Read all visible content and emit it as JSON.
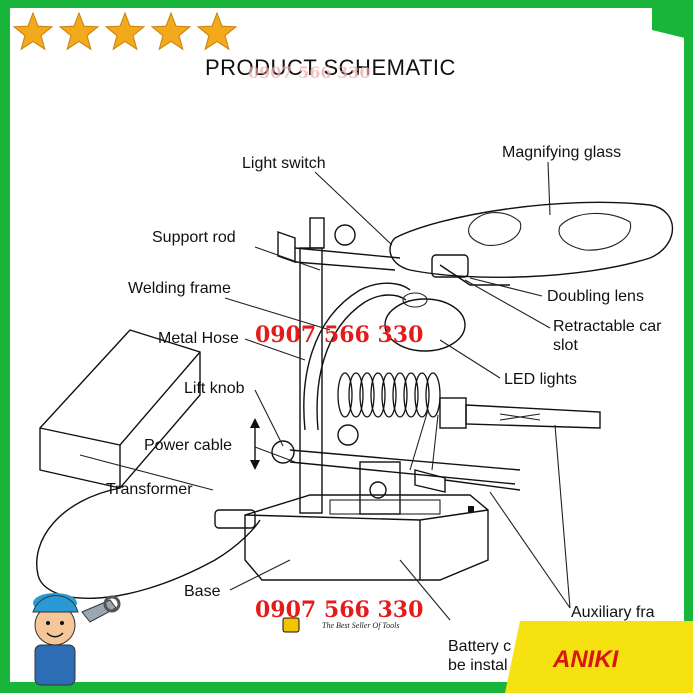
{
  "colors": {
    "frame_green": "#19b43a",
    "banner_yellow": "#f6e210",
    "star_gold": "#f2a91c",
    "watermark_red": "#e31b1b",
    "brand_red": "#d81414"
  },
  "rating": {
    "stars": 5,
    "max": 5
  },
  "title": "PRODUCT SCHEMATIC",
  "labels": {
    "light_switch": "Light switch",
    "magnifying_glass": "Magnifying glass",
    "support_rod": "Support rod",
    "welding_frame": "Welding frame",
    "doubling_lens": "Doubling lens",
    "retractable_card_slot_line1": "Retractable car",
    "retractable_card_slot_line2": "slot",
    "metal_hose": "Metal Hose",
    "led_lights": "LED lights",
    "lift_knob": "Lift knob",
    "power_cable": "Power cable",
    "transformer": "Transformer",
    "base": "Base",
    "auxiliary_frame": "Auxiliary fra",
    "battery_line1": "Battery c",
    "battery_line2": "be instal"
  },
  "watermark": {
    "phone": "0907 566 330",
    "phone_faded": "0907 566 330",
    "tagline": "The Best Seller Of Tools"
  },
  "brand": {
    "name": "ANIKI"
  },
  "icons": {
    "mascot": "mechanic-mascot-icon",
    "star": "star-icon",
    "logo": "tool-logo-icon"
  }
}
